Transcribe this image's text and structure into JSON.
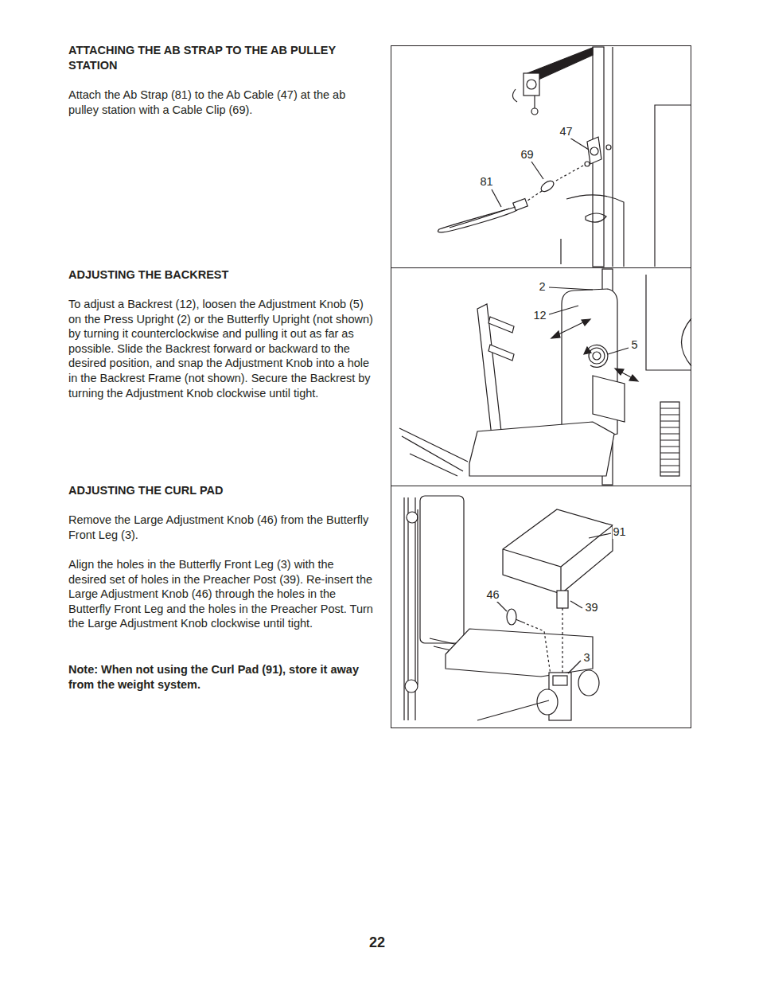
{
  "diagram": {
    "nodes": [
      {
        "text": [
          "47",
          "69",
          "81"
        ]
      },
      {
        "text": [
          "2",
          "12",
          "5"
        ]
      },
      {
        "text": [
          "91",
          "46",
          "39",
          "3"
        ]
      }
    ],
    "labels": [
      "ATTACHING THE AB STRAP TO THE AB PULLEY STATION",
      "Attach the Ab Strap (81) to the Ab Cable (47) at the ab pulley station with a Cable Clip (69).",
      "ADJUSTING THE BACKREST",
      "To adjust a Backrest (12), loosen the Adjustment Knob (5) on the Press Upright (2) or the Butterfly Upright (not shown) by turning it counterclockwise and pulling it out as far as possible. Slide the Backrest forward or backward to the desired position, and snap the Adjustment Knob into a hole in the Backrest Frame (not shown). Secure the Backrest by turning the Adjustment Knob clockwise until tight.",
      "ADJUSTING THE CURL PAD",
      "Remove the Large Adjustment Knob (46) from the Butterfly Front Leg (3).",
      "Align the holes in the Butterfly Front Leg (3) with the desired set of holes in the Preacher Post (39). Re-insert the Large Adjustment Knob (46) through the holes in the Butterfly Front Leg and the holes in the Preacher Post. Turn the Large Adjustment Knob clockwise until tight.",
      "Note: When not using the Curl Pad (91), store it away from the weight system.",
      "22"
    ]
  }
}
